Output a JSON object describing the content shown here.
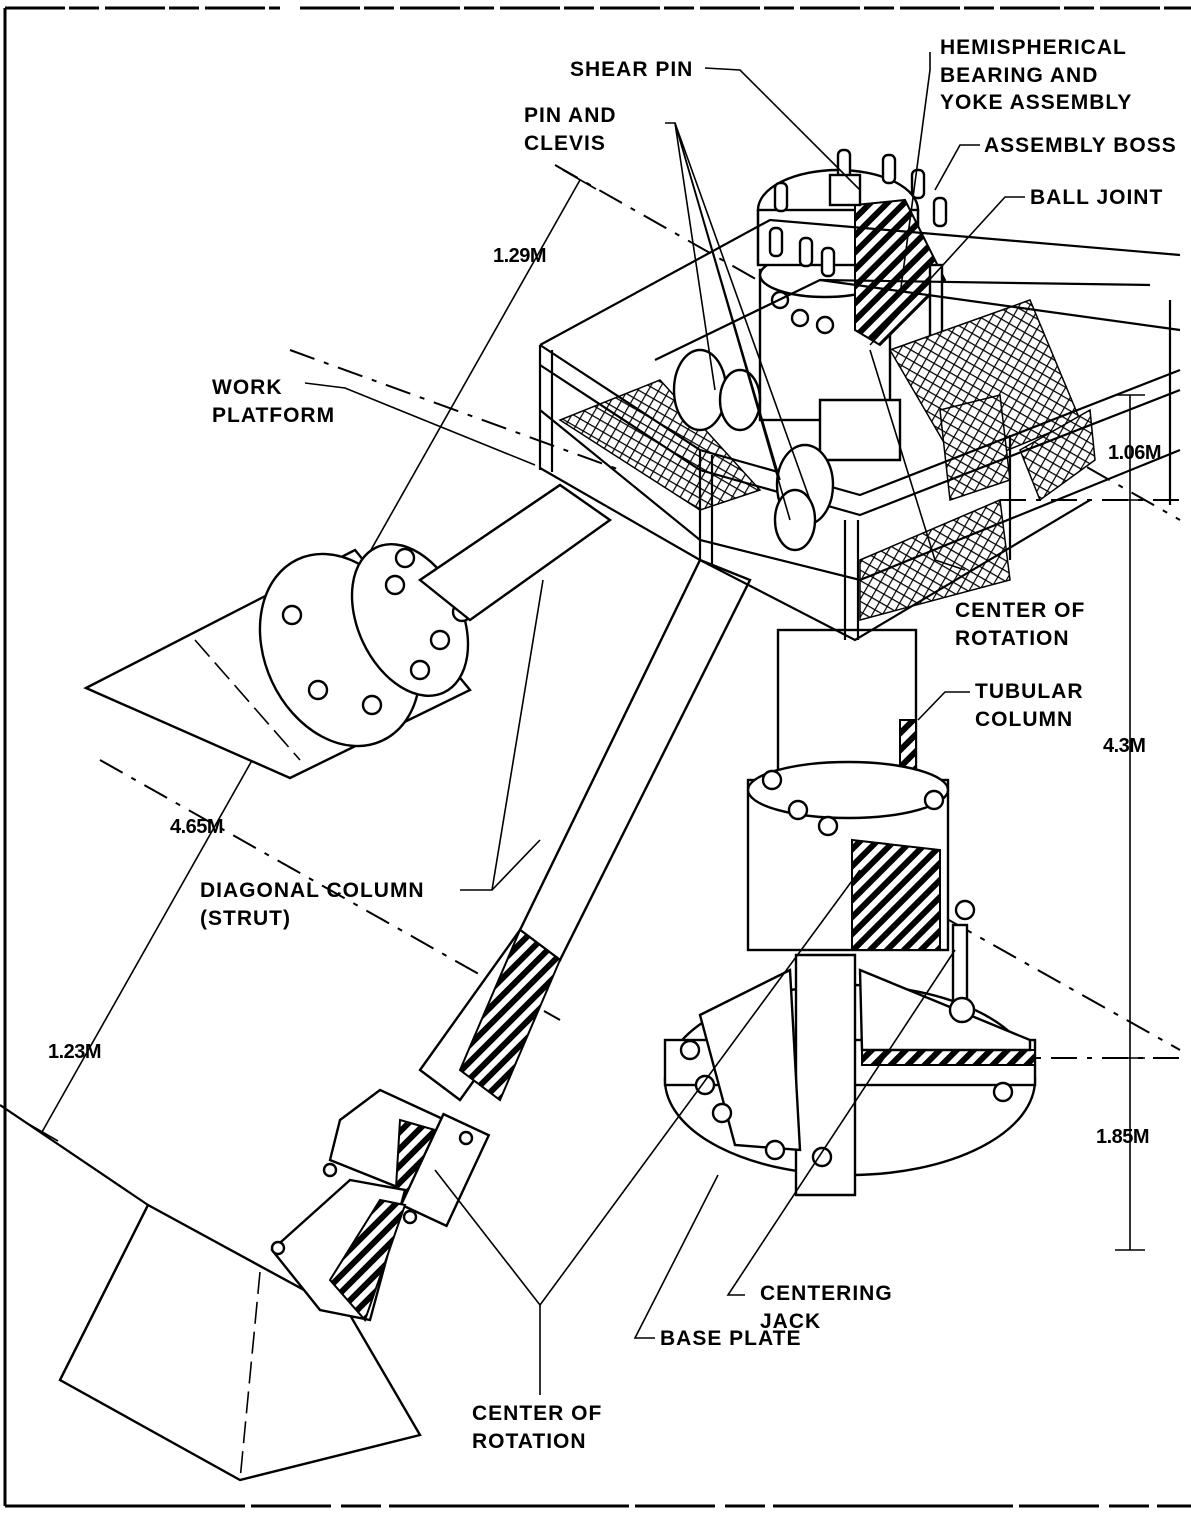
{
  "labels": {
    "shear_pin": "SHEAR PIN",
    "hemispherical": [
      "HEMISPHERICAL",
      "BEARING AND",
      "YOKE ASSEMBLY"
    ],
    "pin_and_clevis": [
      "PIN AND",
      "CLEVIS"
    ],
    "assembly_boss": "ASSEMBLY BOSS",
    "ball_joint": "BALL JOINT",
    "work_platform": [
      "WORK",
      "PLATFORM"
    ],
    "center_of_rotation_top": [
      "CENTER OF",
      "ROTATION"
    ],
    "tubular_column": [
      "TUBULAR",
      "COLUMN"
    ],
    "diagonal_column": [
      "DIAGONAL COLUMN",
      "(STRUT)"
    ],
    "centering_jack": [
      "CENTERING",
      "JACK"
    ],
    "base_plate": "BASE PLATE",
    "center_of_rotation_bottom": [
      "CENTER OF",
      "ROTATION"
    ]
  },
  "dimensions": {
    "d_129": "1.29M",
    "d_106": "1.06M",
    "d_43": "4.3M",
    "d_465": "4.65M",
    "d_123": "1.23M",
    "d_185": "1.85M"
  }
}
